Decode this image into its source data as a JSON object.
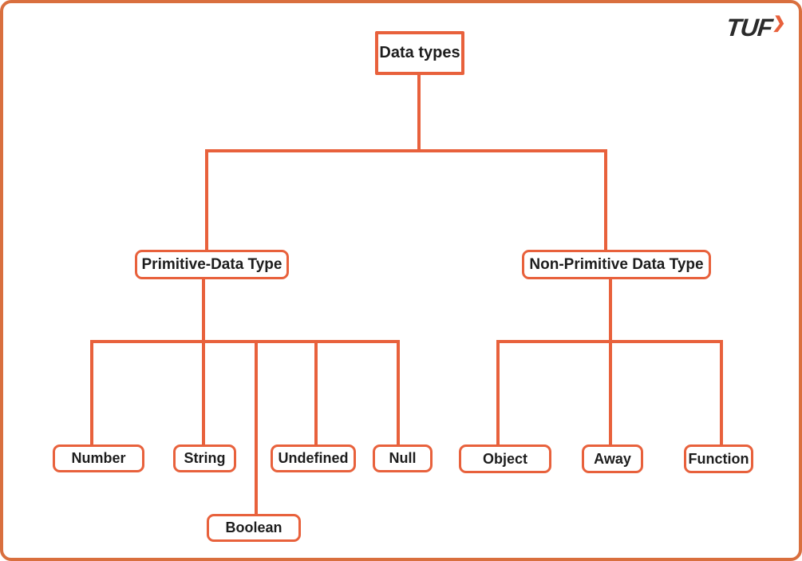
{
  "colors": {
    "accent": "#e8613c",
    "frame": "#d96f3e",
    "text": "#1d1d1d",
    "logo_text": "#2b2b2b",
    "background": "#ffffff"
  },
  "logo": {
    "text": "TUF",
    "arrow": "❯"
  },
  "tree": {
    "root": {
      "label": "Data types"
    },
    "branches": [
      {
        "label": "Primitive-Data Type",
        "children": [
          {
            "label": "Number"
          },
          {
            "label": "String"
          },
          {
            "label": "Undefined"
          },
          {
            "label": "Null"
          },
          {
            "label": "Boolean"
          }
        ]
      },
      {
        "label": "Non-Primitive Data Type",
        "children": [
          {
            "label": "Object"
          },
          {
            "label": "Away"
          },
          {
            "label": "Function"
          }
        ]
      }
    ]
  }
}
